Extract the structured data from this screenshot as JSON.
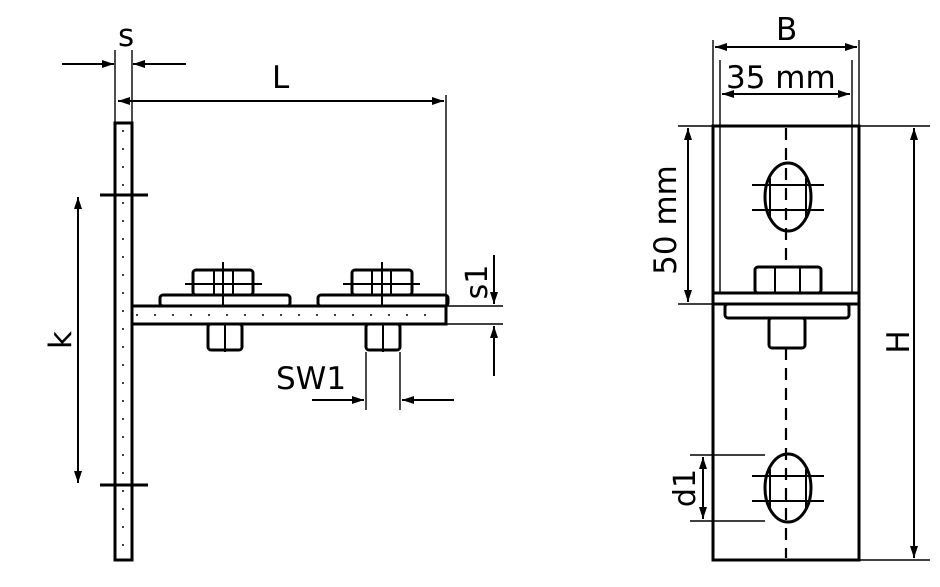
{
  "labels": {
    "s": "s",
    "L": "L",
    "k": "k",
    "s1": "s1",
    "SW1": "SW1",
    "B": "B",
    "width_35": "35 mm",
    "height_50": "50 mm",
    "H": "H",
    "d1": "d1"
  }
}
